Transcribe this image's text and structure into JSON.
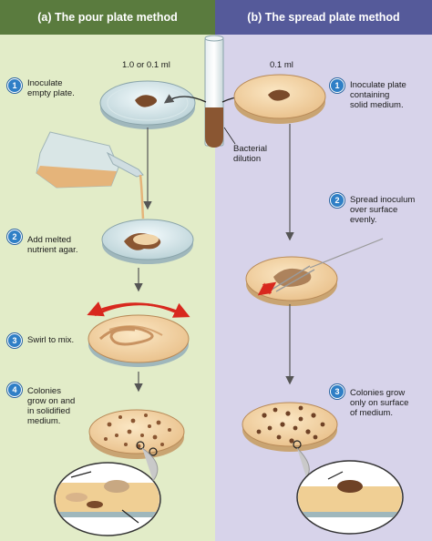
{
  "pour": {
    "header": "(a) The pour plate method",
    "volume": "1.0 or 0.1 ml",
    "steps": [
      {
        "num": "1",
        "text": "Inoculate\nempty plate."
      },
      {
        "num": "2",
        "text": "Add melted\nnutrient agar."
      },
      {
        "num": "3",
        "text": "Swirl to mix."
      },
      {
        "num": "4",
        "text": "Colonies\ngrow on and\nin solidified\nmedium."
      }
    ]
  },
  "spread": {
    "header": "(b) The spread plate method",
    "volume": "0.1 ml",
    "steps": [
      {
        "num": "1",
        "text": "Inoculate plate\ncontaining\nsolid medium."
      },
      {
        "num": "2",
        "text": "Spread inoculum\nover surface\nevenly."
      },
      {
        "num": "3",
        "text": "Colonies grow\nonly on surface\nof medium."
      }
    ]
  },
  "tube_label": "Bacterial\ndilution",
  "colors": {
    "pour_bg": "#e2ecc8",
    "spread_bg": "#d7d3ea",
    "pour_header": "#5a7b3e",
    "spread_header": "#555a9a",
    "step_badge": "#2f7fc6",
    "agar": "#f3d3a0",
    "inoculum": "#7a4a2a",
    "swirl_arrow": "#d8281e"
  }
}
